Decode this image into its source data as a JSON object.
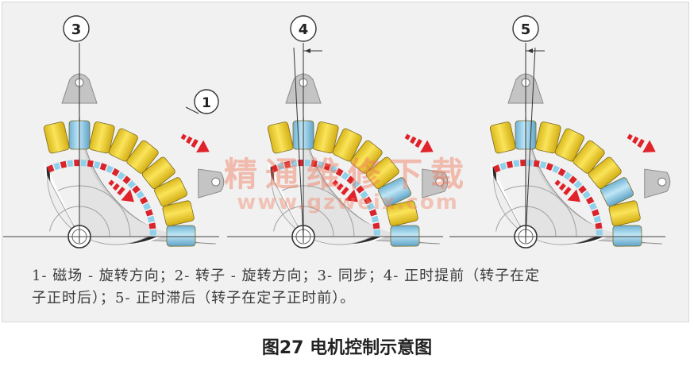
{
  "diagrams": [
    {
      "callout": "3",
      "has_field_arrow_callout": true,
      "field_callout": "1",
      "timing": "sync"
    },
    {
      "callout": "4",
      "has_field_arrow_callout": false,
      "timing": "advance"
    },
    {
      "callout": "5",
      "has_field_arrow_callout": false,
      "timing": "retard"
    }
  ],
  "legend": {
    "line1": "1- 磁场 - 旋转方向；2- 转子 - 旋转方向；3- 同步；4- 正时提前（转子在定",
    "line2": "子正时后）；5- 正时滞后（转子在定子正时前）。"
  },
  "caption": "图27  电机控制示意图",
  "watermark": {
    "text": "精通维修下载",
    "url": "www.gzweix.com"
  },
  "colors": {
    "coil_yellow": "#f2d22e",
    "coil_blue": "#8cc8e6",
    "rotor_red": "#d8242a",
    "rotor_blue": "#8fd0ea",
    "arrow_red": "#e0222a",
    "housing_gray": "#c9c9c9"
  }
}
